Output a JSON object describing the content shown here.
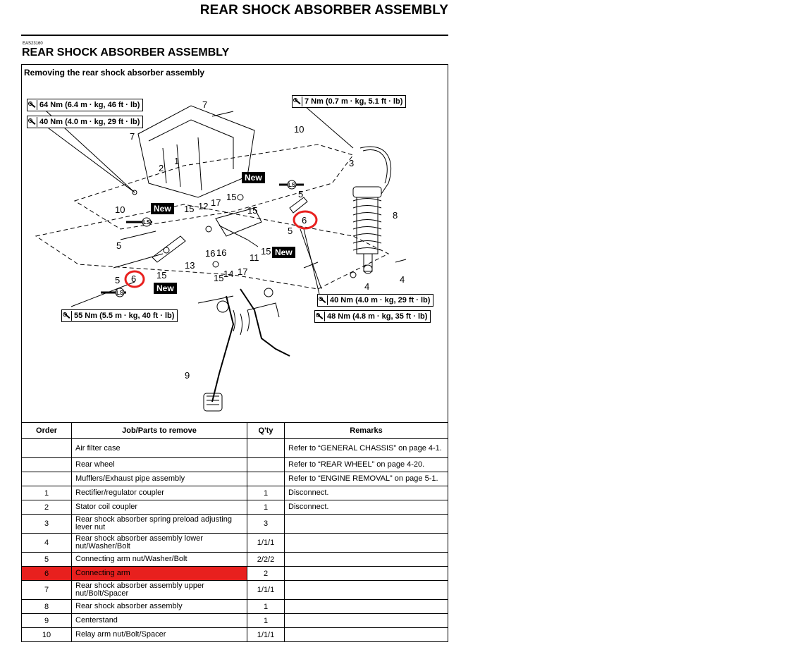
{
  "page": {
    "title": "REAR SHOCK ABSORBER ASSEMBLY",
    "code": "EAS23160",
    "section_title": "REAR SHOCK ABSORBER ASSEMBLY",
    "subtitle": "Removing the rear shock absorber assembly"
  },
  "torques": {
    "t1": "64 Nm (6.4 m · kg, 46 ft · lb)",
    "t2": "40 Nm (4.0 m · kg, 29 ft · lb)",
    "t3": "7 Nm (0.7 m · kg, 5.1 ft · lb)",
    "t4": "40 Nm (4.0 m · kg, 29 ft · lb)",
    "t5": "48 Nm (4.8 m · kg, 35 ft · lb)",
    "t6": "55 Nm (5.5 m · kg, 40 ft · lb)"
  },
  "new_label": "New",
  "ls_label": "LS",
  "diagram_labels": [
    "7",
    "7",
    "10",
    "3",
    "2",
    "1",
    "10",
    "8",
    "15",
    "12",
    "17",
    "15",
    "15",
    "5",
    "6",
    "5",
    "5",
    "16",
    "16",
    "11",
    "15",
    "13",
    "15",
    "14",
    "17",
    "4",
    "4",
    "5",
    "6",
    "15",
    "9"
  ],
  "highlight_color": "#e8201e",
  "table": {
    "headers": {
      "order": "Order",
      "job": "Job/Parts to remove",
      "qty": "Q'ty",
      "remarks": "Remarks"
    },
    "rows": [
      {
        "order": "",
        "job": "Air filter case",
        "qty": "",
        "remarks": "Refer to “GENERAL CHASSIS” on page 4-1."
      },
      {
        "order": "",
        "job": "Rear wheel",
        "qty": "",
        "remarks": "Refer to “REAR WHEEL” on page 4-20."
      },
      {
        "order": "",
        "job": "Mufflers/Exhaust pipe assembly",
        "qty": "",
        "remarks": "Refer to “ENGINE REMOVAL” on page 5-1."
      },
      {
        "order": "1",
        "job": "Rectifier/regulator coupler",
        "qty": "1",
        "remarks": "Disconnect."
      },
      {
        "order": "2",
        "job": "Stator coil coupler",
        "qty": "1",
        "remarks": "Disconnect."
      },
      {
        "order": "3",
        "job": "Rear shock absorber spring preload adjusting lever nut",
        "qty": "3",
        "remarks": ""
      },
      {
        "order": "4",
        "job": "Rear shock absorber assembly lower nut/Washer/Bolt",
        "qty": "1/1/1",
        "remarks": ""
      },
      {
        "order": "5",
        "job": "Connecting arm nut/Washer/Bolt",
        "qty": "2/2/2",
        "remarks": ""
      },
      {
        "order": "6",
        "job": "Connecting arm",
        "qty": "2",
        "remarks": ""
      },
      {
        "order": "7",
        "job": "Rear shock absorber assembly upper nut/Bolt/Spacer",
        "qty": "1/1/1",
        "remarks": ""
      },
      {
        "order": "8",
        "job": "Rear shock absorber assembly",
        "qty": "1",
        "remarks": ""
      },
      {
        "order": "9",
        "job": "Centerstand",
        "qty": "1",
        "remarks": ""
      },
      {
        "order": "10",
        "job": "Relay arm nut/Bolt/Spacer",
        "qty": "1/1/1",
        "remarks": ""
      }
    ]
  }
}
